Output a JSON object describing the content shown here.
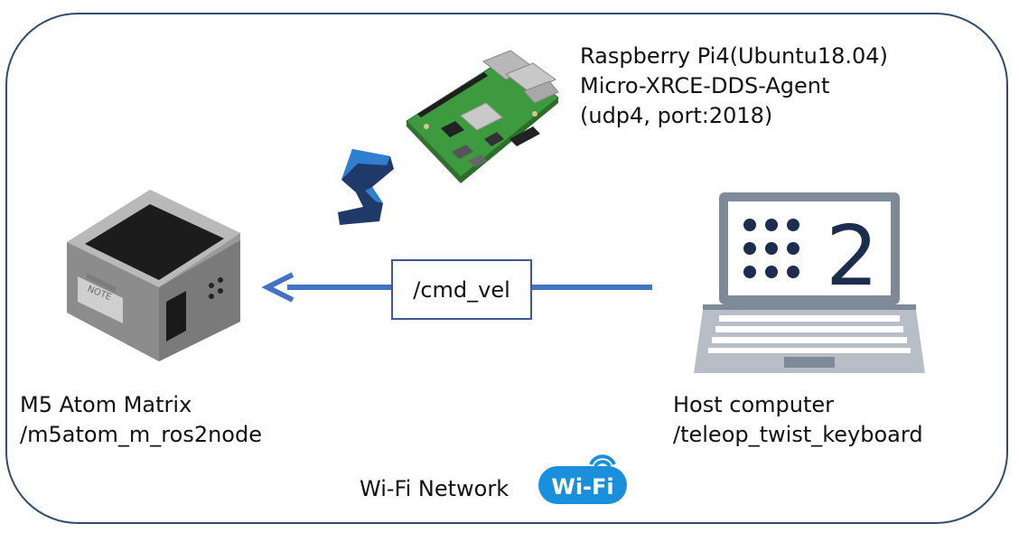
{
  "raspberry_pi": {
    "line1": "Raspberry Pi4(Ubuntu18.04)",
    "line2": "Micro-XRCE-DDS-Agent",
    "line3": "(udp4, port:2018)"
  },
  "atom": {
    "line1": "M5 Atom Matrix",
    "line2": "/m5atom_m_ros2node",
    "badge": "NOTE"
  },
  "host": {
    "line1": "Host computer",
    "line2": "/teleop_twist_keyboard",
    "screen_digit": "2"
  },
  "topic": {
    "label": "/cmd_vel"
  },
  "network": {
    "label": "Wi-Fi Network",
    "logo_text": "Wi-Fi"
  },
  "colors": {
    "frame": "#2f4b6e",
    "arrow": "#4472c4",
    "wifi_logo": "#1a8fdc",
    "dds_logo_dark": "#1f3a68",
    "dds_logo_light": "#2f7fd0",
    "pcb": "#3e9a3e"
  },
  "icons": [
    "raspberry-pi-board-icon",
    "micro-xrce-dds-logo-icon",
    "m5-atom-matrix-device-icon",
    "laptop-icon",
    "wifi-logo-icon",
    "arrow-left-icon"
  ]
}
